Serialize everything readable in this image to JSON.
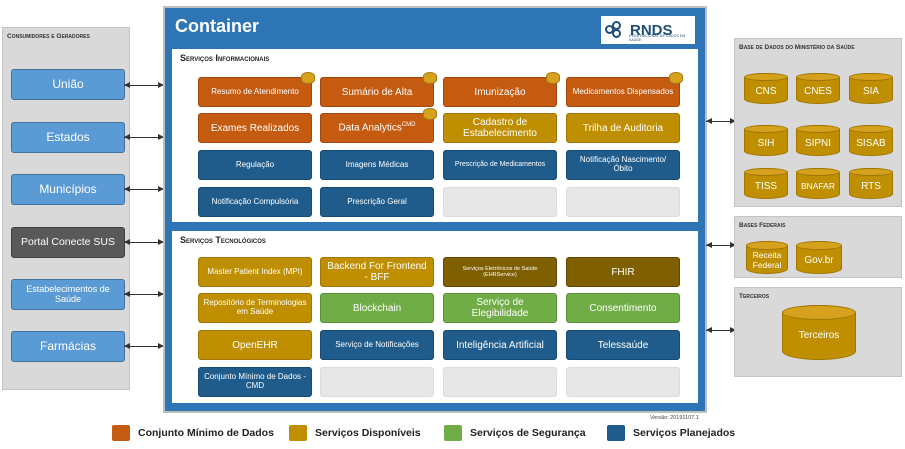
{
  "left_panel": {
    "title": "Consumidores e Geradores",
    "items": [
      {
        "label": "União"
      },
      {
        "label": "Estados"
      },
      {
        "label": "Municípios"
      },
      {
        "label": "Portal Conecte SUS"
      },
      {
        "label": "Estabelecimentos de Saúde"
      },
      {
        "label": "Farmácias"
      }
    ]
  },
  "container": {
    "title": "Container",
    "logo": {
      "text": "RNDS",
      "subtitle": "REDE NACIONAL DE DADOS EM SAÚDE"
    },
    "informacionais": {
      "title": "Serviços Informacionais",
      "items": [
        {
          "label": "Resumo de Atendimento",
          "category": "cmd",
          "stored": true
        },
        {
          "label": "Sumário de Alta",
          "category": "cmd",
          "stored": true
        },
        {
          "label": "Imunização",
          "category": "cmd",
          "stored": true
        },
        {
          "label": "Medicamentos Dispensados",
          "category": "cmd",
          "stored": true
        },
        {
          "label": "Exames Realizados",
          "category": "cmd",
          "stored": false
        },
        {
          "label": "Data Analytics",
          "sup": "CMD",
          "category": "cmd",
          "stored": true
        },
        {
          "label": "Cadastro de Estabelecimento",
          "category": "disponivel",
          "stored": false
        },
        {
          "label": "Trilha de Auditoria",
          "category": "disponivel",
          "stored": false
        },
        {
          "label": "Regulação",
          "category": "planejado"
        },
        {
          "label": "Imagens Médicas",
          "category": "planejado"
        },
        {
          "label": "Prescrição de Medicamentos",
          "category": "planejado"
        },
        {
          "label": "Notificação Nascimento/Óbito",
          "category": "planejado"
        },
        {
          "label": "Notificação Compulsória",
          "category": "planejado"
        },
        {
          "label": "Prescrição Geral",
          "category": "planejado"
        }
      ]
    },
    "tecnologicos": {
      "title": "Serviços Tecnológicos",
      "items": [
        {
          "label": "Master Patient Index (MPI)",
          "category": "disponivel"
        },
        {
          "label": "Backend For Frontend - BFF",
          "category": "disponivel"
        },
        {
          "label": "Serviços Eletrônicos de Saúde (EHRService)",
          "category": "em-uso"
        },
        {
          "label": "FHIR",
          "category": "em-uso"
        },
        {
          "label": "Repositório de Terminologias em Saúde",
          "category": "disponivel"
        },
        {
          "label": "Blockchain",
          "category": "seguranca"
        },
        {
          "label": "Serviço de Elegibilidade",
          "category": "seguranca"
        },
        {
          "label": "Consentimento",
          "category": "seguranca"
        },
        {
          "label": "OpenEHR",
          "category": "disponivel"
        },
        {
          "label": "Serviço de Notificações",
          "category": "planejado"
        },
        {
          "label": "Inteligência Artificial",
          "category": "planejado"
        },
        {
          "label": "Telessaúde",
          "category": "planejado"
        },
        {
          "label": "Conjunto Mínimo de Dados - CMD",
          "category": "planejado"
        }
      ]
    }
  },
  "right_panels": {
    "ministerio": {
      "title": "Base de Dados do Ministério da Saúde",
      "items": [
        "CNS",
        "CNES",
        "SIA",
        "SIH",
        "SIPNI",
        "SISAB",
        "TISS",
        "BNAFAR",
        "RTS"
      ]
    },
    "federais": {
      "title": "Bases Federais",
      "items": [
        "Receita Federal",
        "Gov.br"
      ]
    },
    "terceiros": {
      "title": "Terceiros",
      "items": [
        "Terceiros"
      ]
    }
  },
  "version": "Versão: 20191107.1",
  "legend": [
    {
      "label": "Conjunto Mínimo de Dados",
      "color": "#c55a11"
    },
    {
      "label": "Serviços Disponíveis",
      "color": "#bf8f00"
    },
    {
      "label": "Serviços de Segurança",
      "color": "#70ad47"
    },
    {
      "label": "Serviços Planejados",
      "color": "#1f5c8b"
    }
  ]
}
